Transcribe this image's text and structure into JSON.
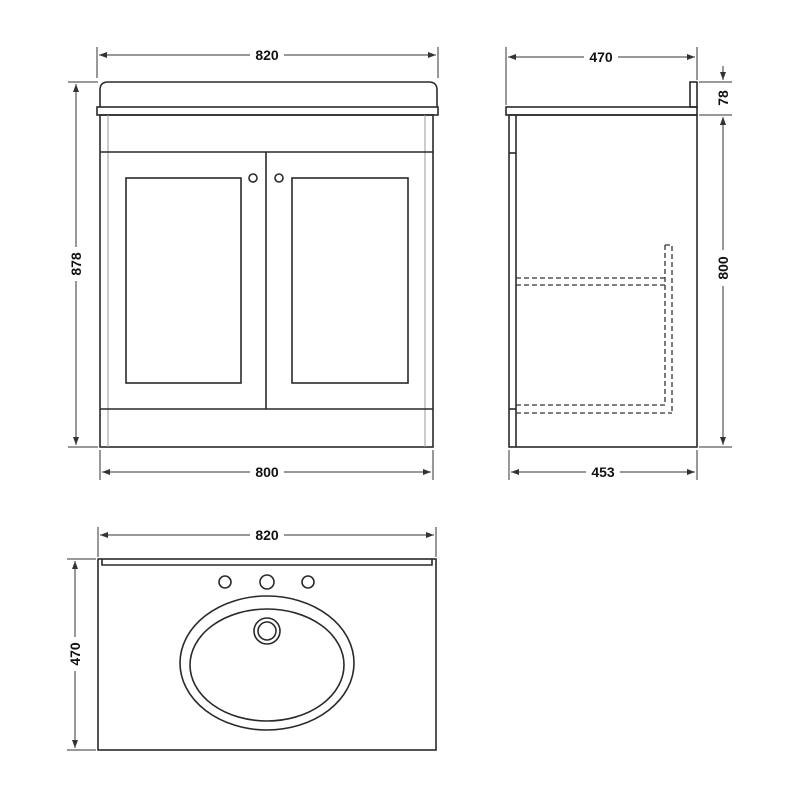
{
  "units": "mm",
  "front_view": {
    "overall_width": "820",
    "overall_height": "878",
    "cabinet_width": "800"
  },
  "side_view": {
    "overall_depth": "470",
    "upstand_height": "78",
    "cabinet_height": "800",
    "cabinet_depth": "453"
  },
  "plan_view": {
    "width": "820",
    "depth": "470"
  },
  "colors": {
    "line": "#2a2a2a",
    "background": "#ffffff"
  }
}
